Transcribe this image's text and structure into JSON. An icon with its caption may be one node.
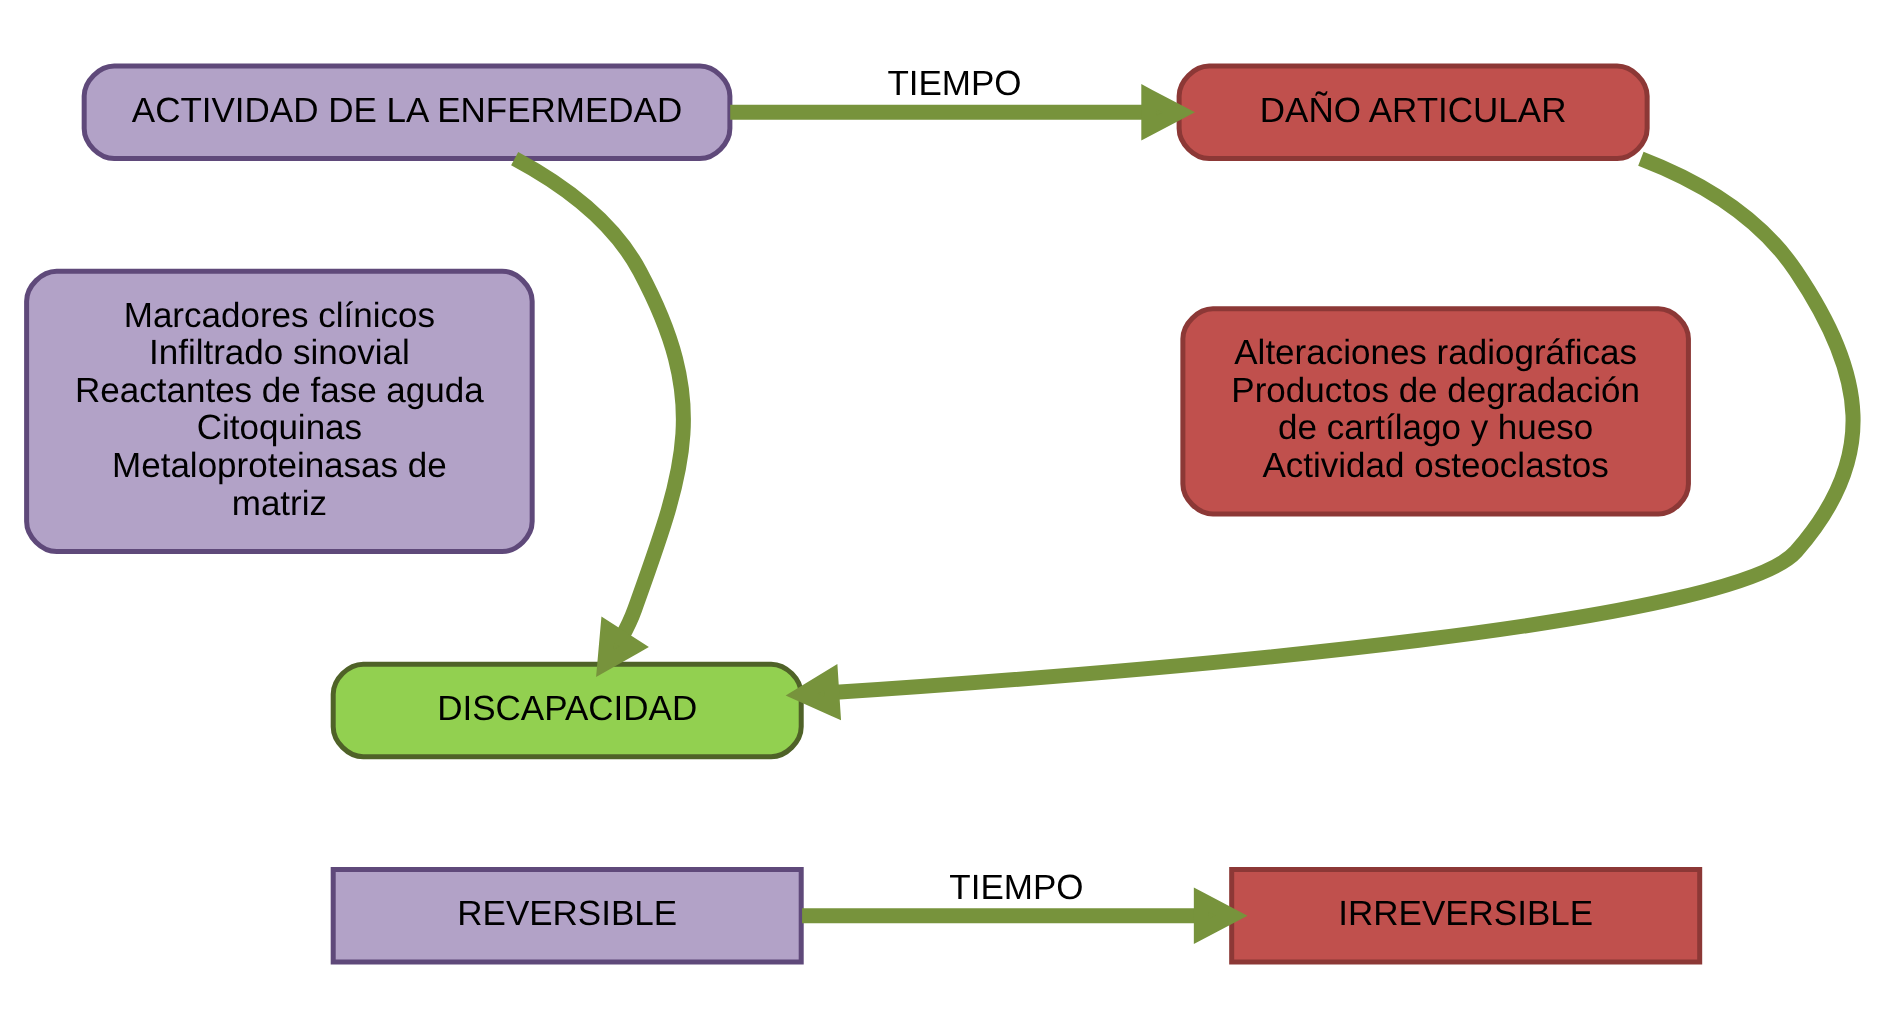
{
  "diagram": {
    "nodes": [
      {
        "text": [
          "ACTIVIDAD DE LA ENFERMEDAD"
        ]
      },
      {
        "text": [
          "DAÑO ARTICULAR"
        ]
      },
      {
        "text": [
          "Marcadores clínicos",
          "Infiltrado sinovial",
          "Reactantes de fase aguda",
          "Citoquinas",
          "Metaloproteinasas de matriz"
        ]
      },
      {
        "text": [
          "Alteraciones radiográficas",
          "Productos de degradación de cartílago y hueso",
          "Actividad osteoclastos"
        ]
      },
      {
        "text": [
          "DISCAPACIDAD"
        ]
      },
      {
        "text": [
          "REVERSIBLE"
        ]
      },
      {
        "text": [
          "IRREVERSIBLE"
        ]
      }
    ],
    "edges": [
      {
        "from": 0,
        "to": 1,
        "arrow": "to",
        "label": "TIEMPO"
      },
      {
        "from": 0,
        "to": 4,
        "arrow": "to"
      },
      {
        "from": 1,
        "to": 4,
        "arrow": "to"
      },
      {
        "from": 5,
        "to": 6,
        "arrow": "to",
        "label": "TIEMPO"
      }
    ]
  }
}
